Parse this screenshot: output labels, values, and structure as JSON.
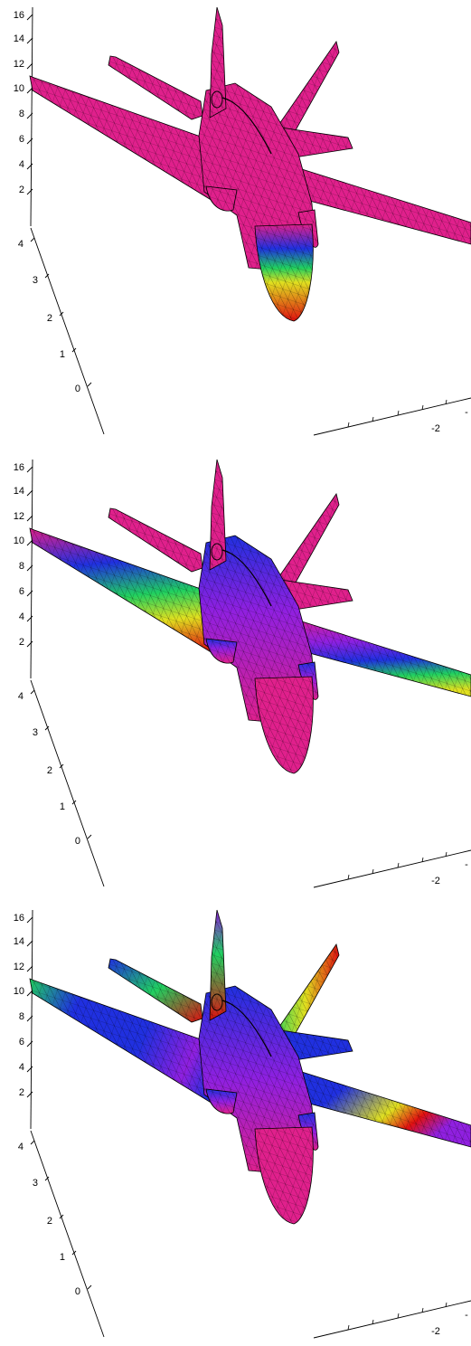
{
  "colors": {
    "mesh_edge": "#000000",
    "magenta": "#e0208c",
    "blue": "#2030e0",
    "green": "#20d060",
    "yellow": "#e0e020",
    "red": "#e01010",
    "purple": "#9020e0"
  },
  "chart_data": [
    {
      "type": "surface-3d",
      "panel": 1,
      "z_ticks": [
        "16",
        "14",
        "12",
        "10",
        "8",
        "6",
        "4",
        "2"
      ],
      "y_ticks": [
        "4",
        "3",
        "2",
        "1",
        "0"
      ],
      "x_ticks": [
        "-2",
        "-"
      ],
      "colormap": "hsv",
      "grid": false,
      "mesh": "triangulated aircraft surface",
      "color_regions": {
        "nose": "red-green-blue",
        "wings": "magenta",
        "fuselage": "magenta"
      }
    },
    {
      "type": "surface-3d",
      "panel": 2,
      "z_ticks": [
        "16",
        "14",
        "12",
        "10",
        "8",
        "6",
        "4",
        "2"
      ],
      "y_ticks": [
        "4",
        "3",
        "2",
        "1",
        "0"
      ],
      "x_ticks": [
        "-2",
        "-"
      ],
      "colormap": "hsv",
      "grid": false,
      "mesh": "triangulated aircraft surface",
      "color_regions": {
        "nose": "magenta",
        "wings": "red-yellow-green-blue",
        "fuselage": "magenta-blue"
      }
    },
    {
      "type": "surface-3d",
      "panel": 3,
      "z_ticks": [
        "16",
        "14",
        "12",
        "10",
        "8",
        "6",
        "4",
        "2"
      ],
      "y_ticks": [
        "4",
        "3",
        "2",
        "1",
        "0"
      ],
      "x_ticks": [
        "-2",
        "-"
      ],
      "colormap": "hsv",
      "grid": false,
      "mesh": "triangulated aircraft surface",
      "color_regions": {
        "nose": "magenta",
        "wings": "blue-green-red",
        "fuselage": "blue-purple"
      }
    }
  ]
}
